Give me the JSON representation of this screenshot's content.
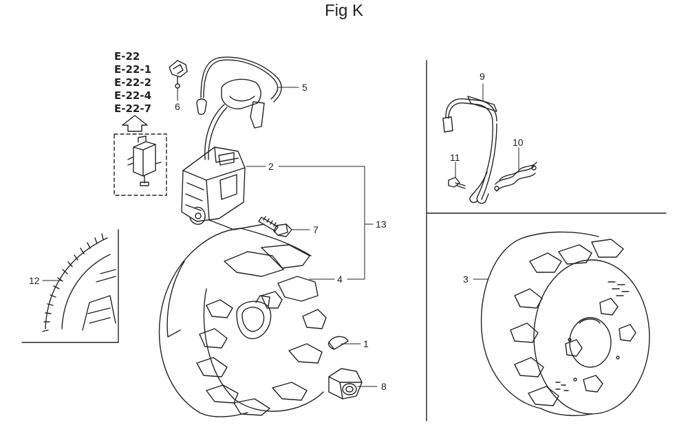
{
  "title": "Fig K",
  "reference_codes": [
    "E-22",
    "E-22-1",
    "E-22-2",
    "E-22-4",
    "E-22-7"
  ],
  "callouts": {
    "p1": "1",
    "p2": "2",
    "p3": "3",
    "p4": "4",
    "p5": "5",
    "p6": "6",
    "p7": "7",
    "p8": "8",
    "p9": "9",
    "p10": "10",
    "p11": "11",
    "p12": "12",
    "p13": "13"
  }
}
